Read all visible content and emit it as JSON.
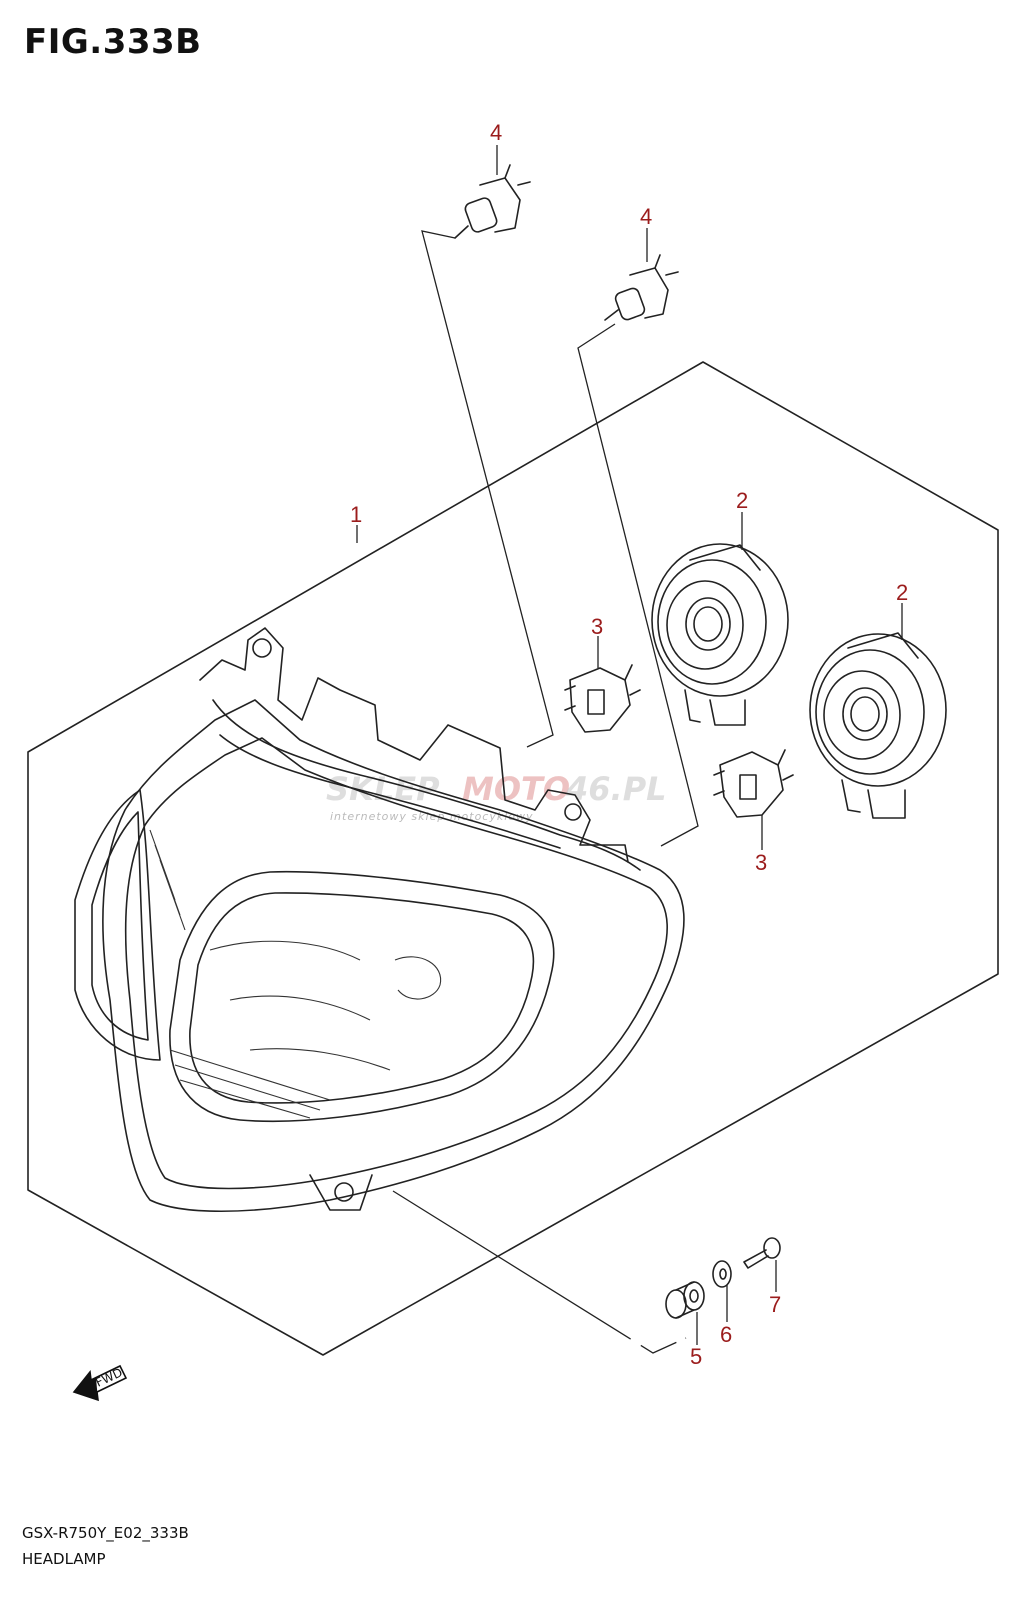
{
  "figure": {
    "title": "FIG.333B",
    "code": "GSX-R750Y_E02_333B",
    "name": "HEADLAMP"
  },
  "callouts": {
    "headlamp_assembly": "1",
    "socket_upper": "2",
    "socket_lower": "2",
    "holder_upper": "3",
    "holder_lower": "3",
    "bulb_upper": "4",
    "bulb_lower": "4",
    "grommet": "5",
    "washer": "6",
    "screw": "7"
  },
  "watermark": {
    "brand_part1": "SKLEP",
    "brand_part2": "MOTO",
    "brand_part3": "46.PL",
    "tagline": "internetowy sklep motocyklowy"
  },
  "fwd_label": "FWD"
}
